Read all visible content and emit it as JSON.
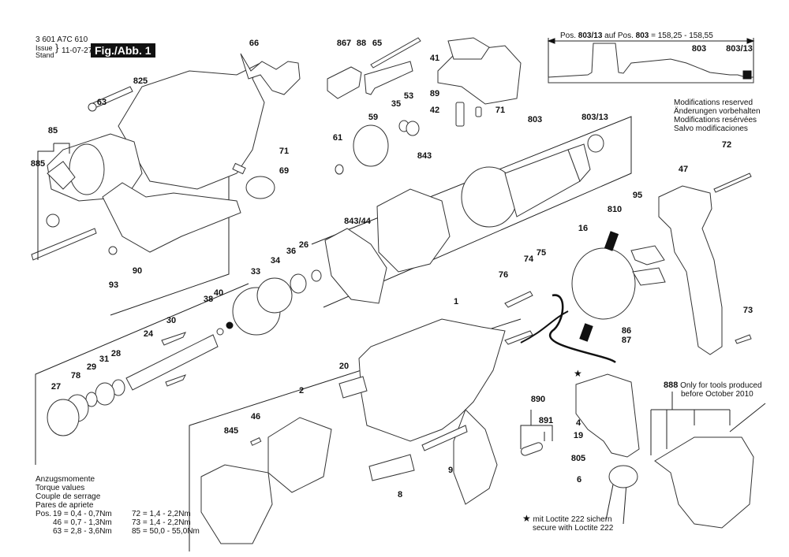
{
  "header": {
    "doc_number": "3 601 A7C 610",
    "issue_label": "Issue",
    "stand_label": "Stand",
    "issue_date": "11-07-27",
    "figure_label": "Fig./Abb. 1"
  },
  "dimension_note": {
    "prefix": "Pos.",
    "pos_a": "803/13",
    "middle": "auf Pos.",
    "pos_b": "803",
    "value": "= 158,25 - 158,55"
  },
  "modifications": [
    "Modifications reserved",
    "Änderungen vorbehalten",
    "Modifications resérvées",
    "Salvo modificaciones"
  ],
  "torque": {
    "titles": [
      "Anzugsmomente",
      "Torque values",
      "Couple de serrage",
      "Pares de apriete"
    ],
    "rows": [
      {
        "prefix": "Pos.",
        "a": "19 = 0,4 - 0,7Nm",
        "b": "72 =  1,4 -  2,2Nm"
      },
      {
        "prefix": "",
        "a": "46 = 0,7 - 1,3Nm",
        "b": "73 =  1,4 -  2,2Nm"
      },
      {
        "prefix": "",
        "a": "63 = 2,8 - 3,6Nm",
        "b": "85 = 50,0 - 55,0Nm"
      }
    ]
  },
  "loctite_note": {
    "symbol": "★",
    "line1": "mit Loctite 222 sichern",
    "line2": "secure with Loctite 222"
  },
  "note_888": {
    "part": "888",
    "line1": "Only for tools produced",
    "line2": "before October 2010"
  },
  "parts": [
    {
      "id": "p66",
      "label": "66"
    },
    {
      "id": "p825",
      "label": "825"
    },
    {
      "id": "p63",
      "label": "63"
    },
    {
      "id": "p85",
      "label": "85"
    },
    {
      "id": "p885",
      "label": "885"
    },
    {
      "id": "p71a",
      "label": "71"
    },
    {
      "id": "p69",
      "label": "69"
    },
    {
      "id": "p93",
      "label": "93"
    },
    {
      "id": "p90",
      "label": "90"
    },
    {
      "id": "p867",
      "label": "867"
    },
    {
      "id": "p88",
      "label": "88"
    },
    {
      "id": "p65",
      "label": "65"
    },
    {
      "id": "p41",
      "label": "41"
    },
    {
      "id": "p89",
      "label": "89"
    },
    {
      "id": "p42",
      "label": "42"
    },
    {
      "id": "p71b",
      "label": "71"
    },
    {
      "id": "p35",
      "label": "35"
    },
    {
      "id": "p53",
      "label": "53"
    },
    {
      "id": "p59",
      "label": "59"
    },
    {
      "id": "p61",
      "label": "61"
    },
    {
      "id": "p843",
      "label": "843"
    },
    {
      "id": "p843_44",
      "label": "843/44"
    },
    {
      "id": "p803",
      "label": "803"
    },
    {
      "id": "p803_13",
      "label": "803/13"
    },
    {
      "id": "p803d",
      "label": "803"
    },
    {
      "id": "p803_13d",
      "label": "803/13"
    },
    {
      "id": "p72",
      "label": "72"
    },
    {
      "id": "p47",
      "label": "47"
    },
    {
      "id": "p95",
      "label": "95"
    },
    {
      "id": "p810",
      "label": "810"
    },
    {
      "id": "p16",
      "label": "16"
    },
    {
      "id": "p73",
      "label": "73"
    },
    {
      "id": "p26",
      "label": "26"
    },
    {
      "id": "p36",
      "label": "36"
    },
    {
      "id": "p34",
      "label": "34"
    },
    {
      "id": "p33",
      "label": "33"
    },
    {
      "id": "p38",
      "label": "38"
    },
    {
      "id": "p40",
      "label": "40"
    },
    {
      "id": "p30",
      "label": "30"
    },
    {
      "id": "p24",
      "label": "24"
    },
    {
      "id": "p28",
      "label": "28"
    },
    {
      "id": "p31",
      "label": "31"
    },
    {
      "id": "p29",
      "label": "29"
    },
    {
      "id": "p78",
      "label": "78"
    },
    {
      "id": "p27",
      "label": "27"
    },
    {
      "id": "p1",
      "label": "1"
    },
    {
      "id": "p20",
      "label": "20"
    },
    {
      "id": "p2",
      "label": "2"
    },
    {
      "id": "p46",
      "label": "46"
    },
    {
      "id": "p845",
      "label": "845"
    },
    {
      "id": "p8",
      "label": "8"
    },
    {
      "id": "p9",
      "label": "9"
    },
    {
      "id": "p76",
      "label": "76"
    },
    {
      "id": "p74",
      "label": "74"
    },
    {
      "id": "p75",
      "label": "75"
    },
    {
      "id": "p86",
      "label": "86"
    },
    {
      "id": "p87",
      "label": "87"
    },
    {
      "id": "p890",
      "label": "890"
    },
    {
      "id": "p891",
      "label": "891"
    },
    {
      "id": "p4",
      "label": "4"
    },
    {
      "id": "p19",
      "label": "19"
    },
    {
      "id": "p805",
      "label": "805"
    },
    {
      "id": "p6",
      "label": "6"
    }
  ]
}
